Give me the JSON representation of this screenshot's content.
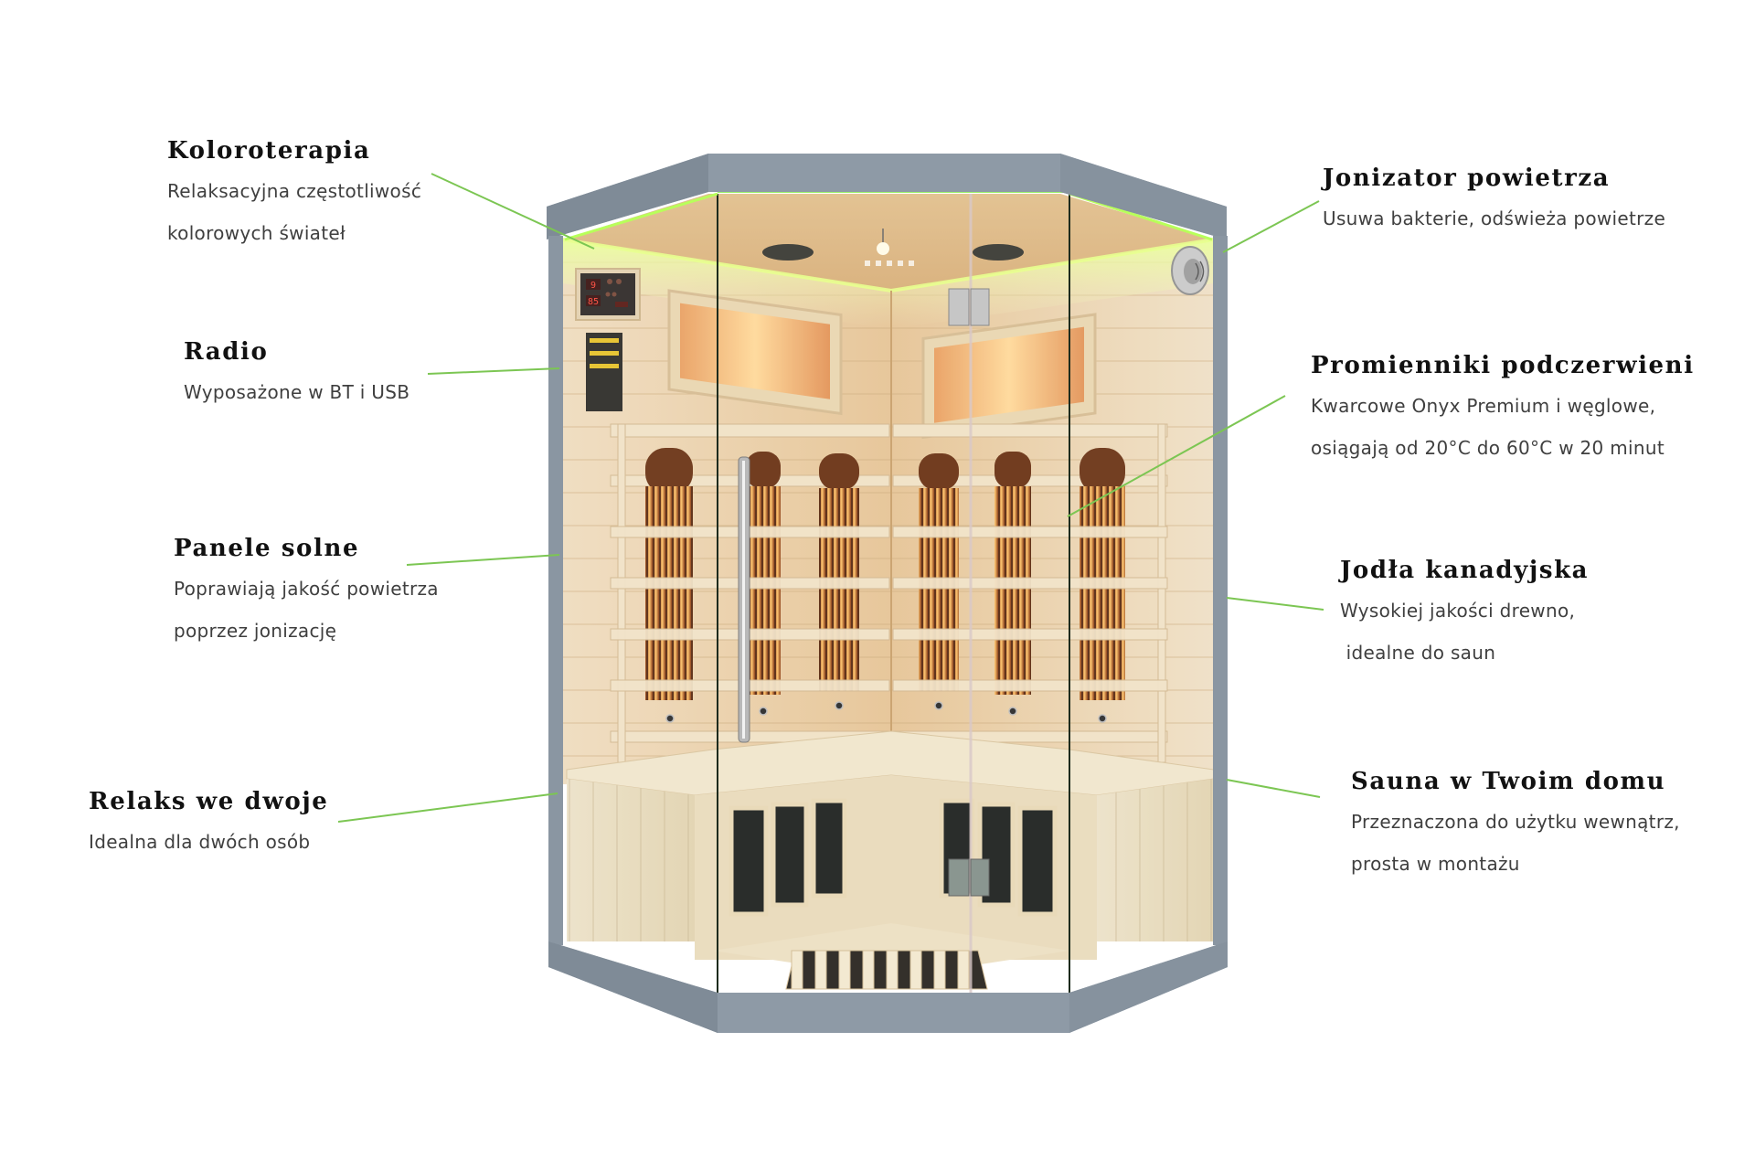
{
  "colors": {
    "leader_line": "#7cc653",
    "frame": "#8e9aa6",
    "frame_dark": "#76818d",
    "wood_light": "#eedcbc",
    "wood_warm": "#e3b77c",
    "led_green": "#b8ff5a",
    "title_text": "#111111",
    "body_text": "#3f3f3f"
  },
  "product": {
    "type": "corner infrared sauna",
    "control_panel": {
      "display_top": "9",
      "display_bottom": "85"
    }
  },
  "callouts": [
    {
      "id": "koloroterapia",
      "title": "Koloroterapia",
      "lines": [
        "Relaksacyjna częstotliwość",
        "kolorowych świateł"
      ]
    },
    {
      "id": "radio",
      "title": "Radio",
      "lines": [
        "Wyposażone w BT i USB"
      ]
    },
    {
      "id": "panele-solne",
      "title": "Panele solne",
      "lines": [
        "Poprawiają jakość powietrza",
        "poprzez jonizację"
      ]
    },
    {
      "id": "relaks-we-dwoje",
      "title": "Relaks we dwoje",
      "lines": [
        "Idealna dla dwóch osób"
      ]
    },
    {
      "id": "jonizator",
      "title": "Jonizator powietrza",
      "lines": [
        "Usuwa bakterie, odświeża powietrze"
      ]
    },
    {
      "id": "promienniki",
      "title": "Promienniki podczerwieni",
      "lines": [
        "Kwarcowe Onyx Premium i węglowe,",
        "osiągają od 20°C do 60°C w 20 minut"
      ]
    },
    {
      "id": "jodla",
      "title": "Jodła kanadyjska",
      "lines": [
        "Wysokiej jakości drewno,",
        " idealne do saun"
      ]
    },
    {
      "id": "sauna-w-domu",
      "title": "Sauna w Twoim domu",
      "lines": [
        "Przeznaczona do użytku wewnątrz,",
        "prosta w montażu"
      ]
    }
  ]
}
